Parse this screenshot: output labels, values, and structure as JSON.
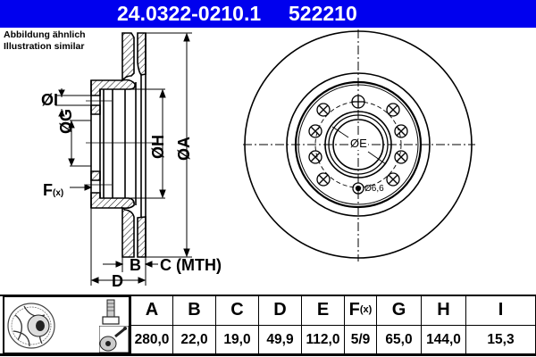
{
  "header": {
    "part_number": "24.0322-0210.1",
    "reference": "522210",
    "background_color": "#0000ee"
  },
  "note": {
    "line1": "Abbildung ähnlich",
    "line2": "Illustration similar"
  },
  "drawing": {
    "side_view_labels": {
      "I": "ØI",
      "G": "ØG",
      "H": "ØH",
      "A": "ØA",
      "F": "F",
      "F_sub": "(x)",
      "B": "B",
      "C": "C (MTH)",
      "D": "D"
    },
    "front_view_labels": {
      "E": "ØE",
      "hole": "Ø6,6"
    }
  },
  "table": {
    "icons": [
      "brake-disc-icon",
      "bolt-icon",
      "cleaning-spray-icon"
    ],
    "columns": [
      {
        "key": "A",
        "label": "A",
        "value": "280,0"
      },
      {
        "key": "B",
        "label": "B",
        "value": "22,0"
      },
      {
        "key": "C",
        "label": "C",
        "value": "19,0"
      },
      {
        "key": "D",
        "label": "D",
        "value": "49,9"
      },
      {
        "key": "E",
        "label": "E",
        "value": "112,0"
      },
      {
        "key": "F",
        "label": "F",
        "label_sub": "(x)",
        "value": "5/9"
      },
      {
        "key": "G",
        "label": "G",
        "value": "65,0"
      },
      {
        "key": "H",
        "label": "H",
        "value": "144,0"
      },
      {
        "key": "I",
        "label": "I",
        "value": "15,3"
      }
    ]
  }
}
